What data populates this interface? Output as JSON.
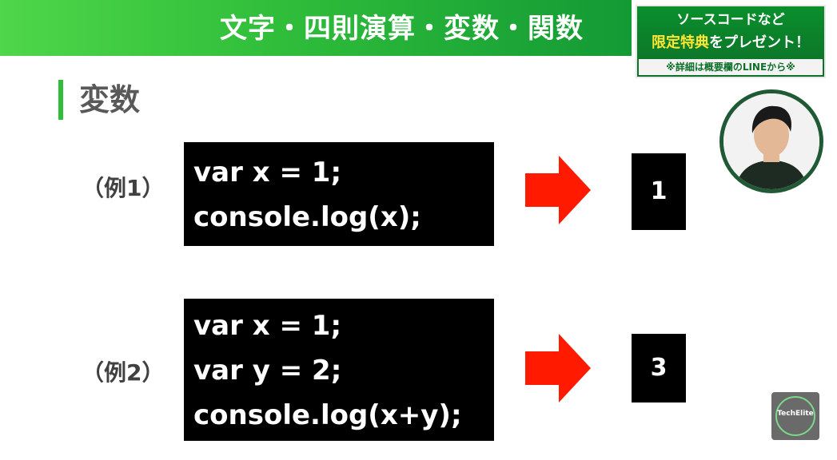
{
  "header": {
    "title": "文字・四則演算・変数・関数"
  },
  "promo": {
    "line1": "ソースコードなど",
    "line2_highlight": "限定特典",
    "line2_rest": "をプレゼント！",
    "line3": "※詳細は概要欄のLINEから※"
  },
  "section": {
    "title": "変数"
  },
  "examples": [
    {
      "label": "（例1）",
      "code": [
        "var x = 1;",
        "console.log(x);"
      ],
      "result": "1"
    },
    {
      "label": "（例2）",
      "code": [
        "var x = 1;",
        "var y = 2;",
        "console.log(x+y);"
      ],
      "result": "3"
    }
  ],
  "logo": {
    "text": "TechElite"
  },
  "colors": {
    "banner_green": "#2fbd3a",
    "arrow_red": "#ff1a00",
    "accent_yellow": "#ffe633"
  }
}
